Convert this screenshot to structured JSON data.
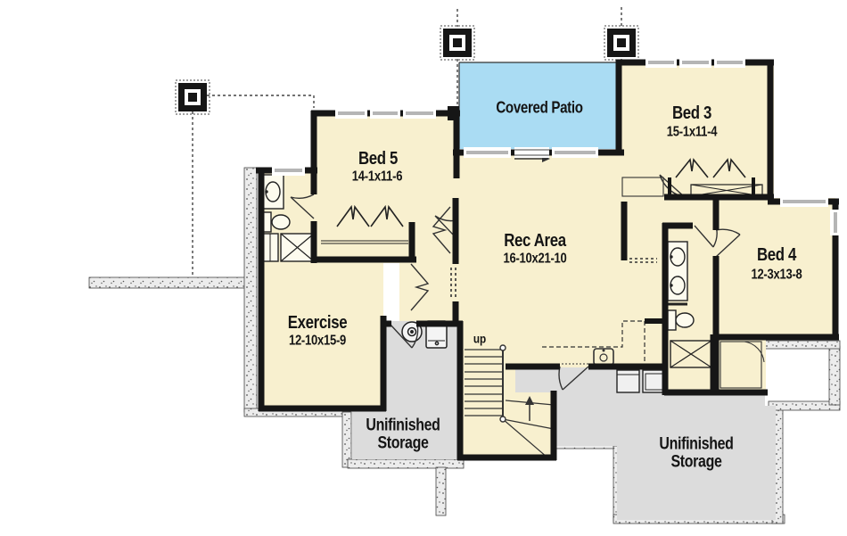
{
  "plan_type": "basement-floor-plan",
  "rooms": {
    "covered_patio": {
      "name": "Covered Patio"
    },
    "bed3": {
      "name": "Bed 3",
      "dims": "15-1x11-4"
    },
    "bed5": {
      "name": "Bed 5",
      "dims": "14-1x11-6"
    },
    "rec_area": {
      "name": "Rec Area",
      "dims": "16-10x21-10"
    },
    "bed4": {
      "name": "Bed 4",
      "dims": "12-3x13-8"
    },
    "exercise": {
      "name": "Exercise",
      "dims": "12-10x15-9"
    },
    "storage_left": {
      "line1": "Unifinished",
      "line2": "Storage"
    },
    "storage_right": {
      "line1": "Unifinished",
      "line2": "Storage"
    }
  },
  "annotations": {
    "stair_direction": "up"
  },
  "colors": {
    "room_fill": "#f8f0cf",
    "patio_fill": "#aadcf3",
    "storage_fill": "#dcdcdc",
    "foundation_fill": "#ececec",
    "wall": "#161616",
    "window": "#b5b5b5"
  }
}
